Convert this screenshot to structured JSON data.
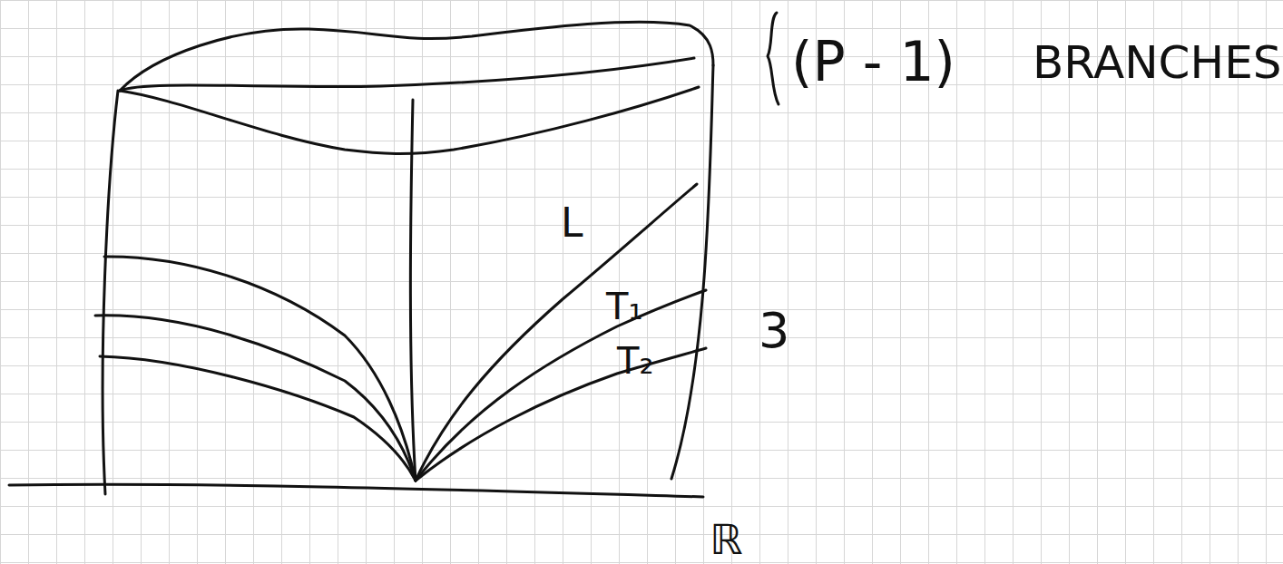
{
  "diagram": {
    "labels": [
      "(P - 1)",
      "BRANCHES",
      "L",
      "T₁",
      "T₂",
      "3",
      "ℝ"
    ]
  }
}
